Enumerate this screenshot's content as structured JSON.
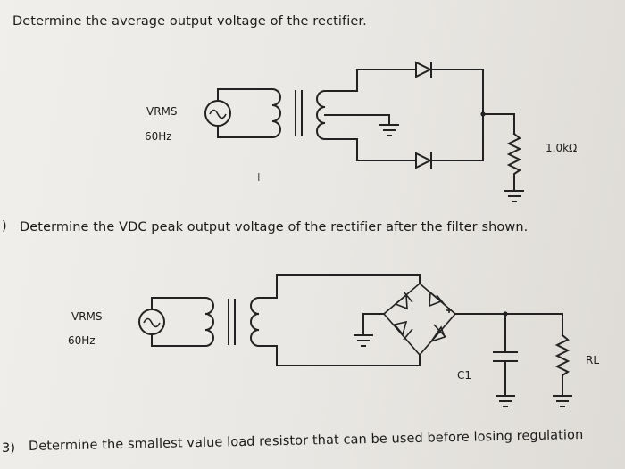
{
  "question1": "Determine the average output voltage of the rectifier.",
  "question2_marker": ")",
  "question2": "Determine the VDC peak output voltage of the rectifier after the filter shown.",
  "question3_marker": "3)",
  "question3": "Determine the smallest value load resistor that can be used before losing regulation",
  "circuit1": {
    "source_voltage_label": "VRMS",
    "source_frequency_label": "60Hz",
    "resistor_label": "1.0kΩ",
    "cursor_mark": "I"
  },
  "circuit2": {
    "source_voltage_label": "VRMS",
    "source_frequency_label": "60Hz",
    "capacitor_label": "C1",
    "resistor_label": "RL"
  },
  "icons": {
    "source": "ac-source-icon",
    "transformer": "transformer-icon",
    "diode": "diode-icon",
    "ground": "ground-icon",
    "resistor": "resistor-icon",
    "capacitor": "capacitor-icon"
  }
}
